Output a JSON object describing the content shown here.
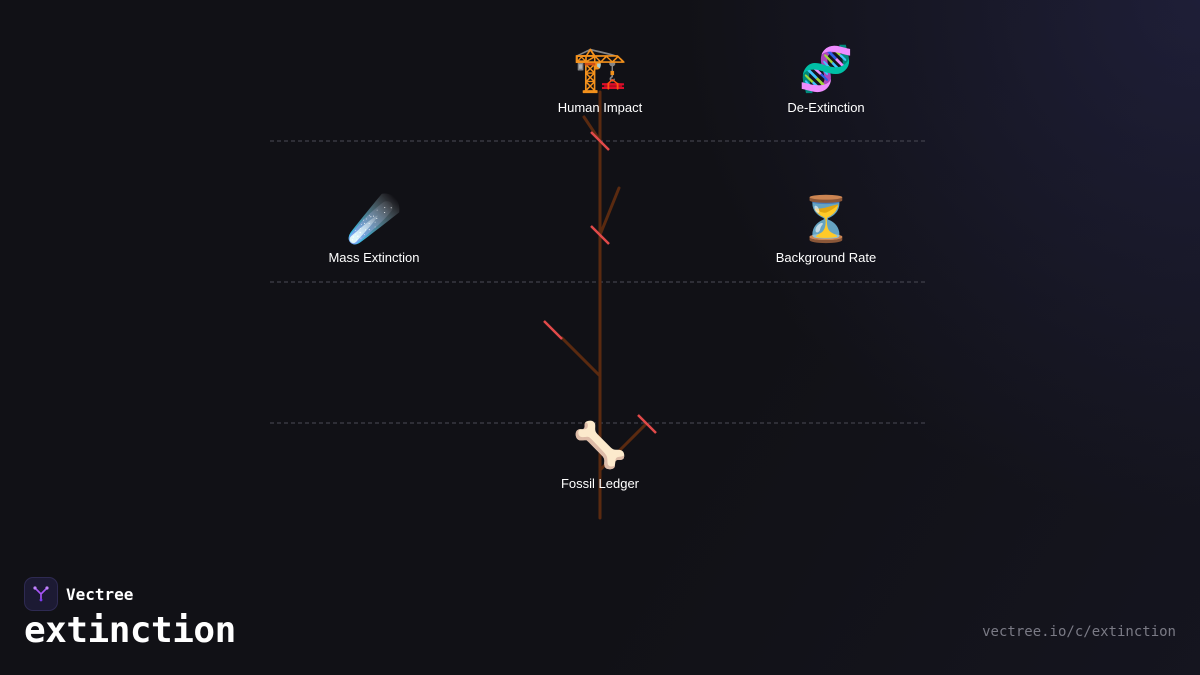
{
  "diagram": {
    "nodes": [
      {
        "id": "human-impact",
        "emoji": "🏗️",
        "label": "Human Impact",
        "icon": "construction-crane-icon"
      },
      {
        "id": "de-extinction",
        "emoji": "🧬",
        "label": "De-Extinction",
        "icon": "dna-icon"
      },
      {
        "id": "mass-extinction",
        "emoji": "☄️",
        "label": "Mass Extinction",
        "icon": "comet-icon"
      },
      {
        "id": "background-rate",
        "emoji": "⏳",
        "label": "Background Rate",
        "icon": "hourglass-icon"
      },
      {
        "id": "fossil-ledger",
        "emoji": "🦴",
        "label": "Fossil Ledger",
        "icon": "bone-icon"
      }
    ],
    "colors": {
      "trunk": "#5a2a10",
      "branch": "#5a2a10",
      "cut_mark": "#e24a4a",
      "divider": "#4a4a55"
    }
  },
  "brand": {
    "name": "Vectree",
    "logo_icon": "vectree-logo-icon"
  },
  "title": "extinction",
  "url": "vectree.io/c/extinction"
}
